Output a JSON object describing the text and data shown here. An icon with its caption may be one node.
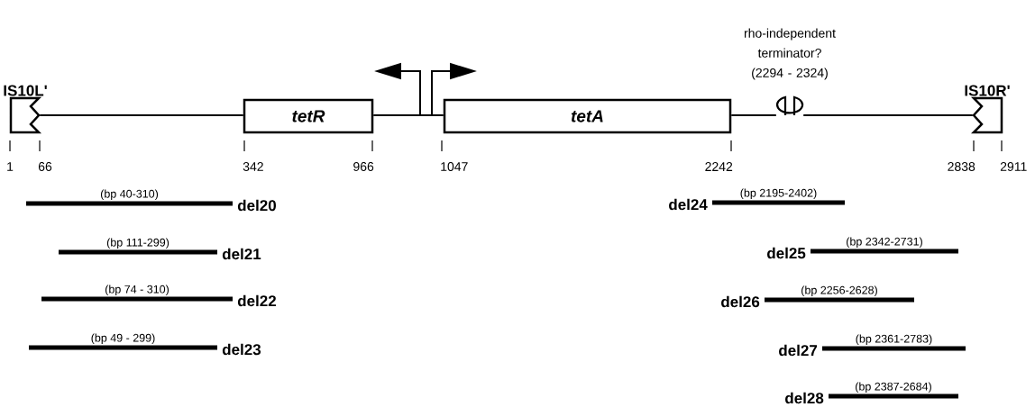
{
  "diagram": {
    "nodes": [
      {
        "text": [
          "IS10L'"
        ]
      },
      {
        "text": [
          "tetR"
        ]
      },
      {
        "text": [
          "tetA"
        ]
      },
      {
        "text": [
          "rho-independent terminator?",
          "(2294 - 2324)"
        ]
      },
      {
        "text": [
          "IS10R'"
        ]
      },
      {
        "text": [
          "(bp 40-310)"
        ],
        "beside": [
          "del20"
        ]
      },
      {
        "text": [
          "(bp 111-299)"
        ],
        "beside": [
          "del21"
        ]
      },
      {
        "text": [
          "(bp 74 - 310)"
        ],
        "beside": [
          "del22"
        ]
      },
      {
        "text": [
          "(bp 49 - 299)"
        ],
        "beside": [
          "del23"
        ]
      },
      {
        "text": [
          "(bp 2195-2402)"
        ],
        "beside": [
          "del24"
        ]
      },
      {
        "text": [
          "(bp 2342-2731)"
        ],
        "beside": [
          "del25"
        ]
      },
      {
        "text": [
          "(bp 2256-2628)"
        ],
        "beside": [
          "del26"
        ]
      },
      {
        "text": [
          "(bp 2361-2783)"
        ],
        "beside": [
          "del27"
        ]
      },
      {
        "text": [
          "(bp 2387-2684)"
        ],
        "beside": [
          "del28"
        ]
      }
    ],
    "edges": [
      {
        "from": 0,
        "to": 1,
        "arrow": "none"
      },
      {
        "from": 1,
        "to": 2,
        "arrow": "none"
      },
      {
        "from": 2,
        "to": 3,
        "arrow": "none"
      },
      {
        "from": 3,
        "to": 4,
        "arrow": "none"
      }
    ],
    "labels": [
      "1",
      "66",
      "342",
      "966",
      "1047",
      "2242",
      "2838",
      "2911"
    ]
  }
}
